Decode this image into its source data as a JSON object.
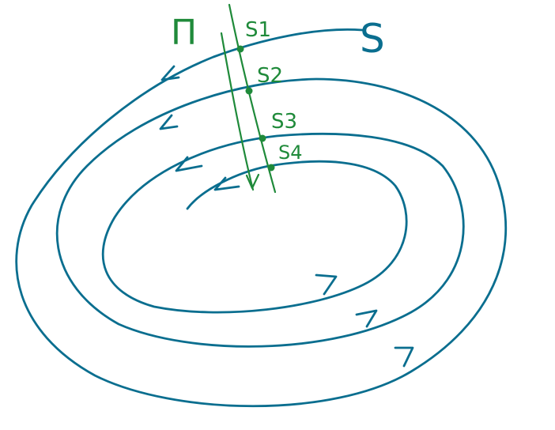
{
  "colors": {
    "orbit": "#0a6e8f",
    "section": "#1f8a3a",
    "background": "#ffffff"
  },
  "labels": {
    "surface": "S",
    "section_plane": "Π",
    "s1": "S1",
    "s2": "S2",
    "s3": "S3",
    "s4": "S4"
  }
}
